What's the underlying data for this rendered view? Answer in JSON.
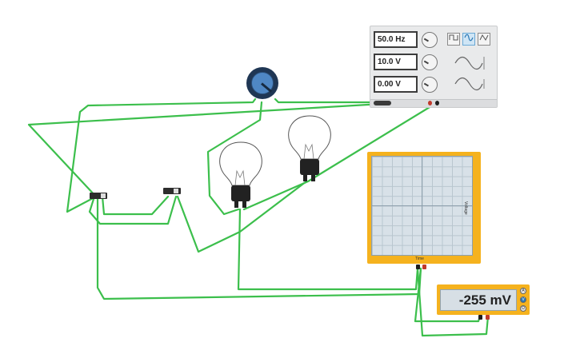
{
  "function_generator": {
    "frequency": "50.0 Hz",
    "amplitude": "10.0 V",
    "dc_offset": "0.00 V",
    "waveforms": [
      "square",
      "sine",
      "triangle"
    ],
    "selected_waveform": "sine"
  },
  "oscilloscope": {
    "x_label": "Time",
    "y_label": "Voltage"
  },
  "multimeter": {
    "reading": "-255 mV",
    "modes": [
      "A",
      "V",
      "Ω"
    ]
  },
  "colors": {
    "wire": "#3cbf4c",
    "instrument_body": "#f5b21e",
    "accent": "#4f87c4"
  }
}
